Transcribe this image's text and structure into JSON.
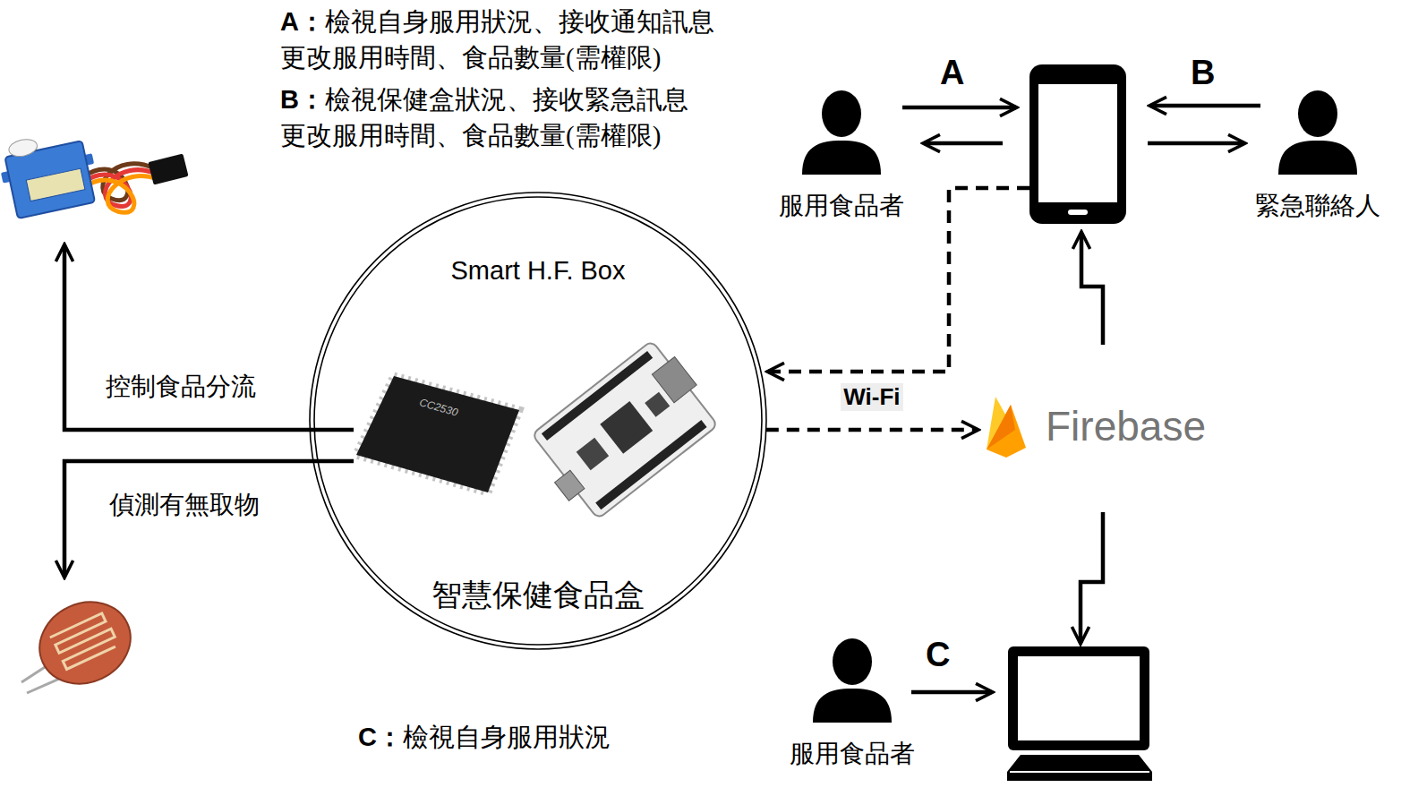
{
  "diagram": {
    "nodes": [
      {
        "text": [
          "Smart H.F. Box",
          "智慧保健食品盒"
        ]
      },
      {
        "text": [
          "服用食品者"
        ]
      },
      {
        "text": [
          "緊急聯絡人"
        ]
      },
      {
        "text": [
          "Firebase"
        ]
      },
      {
        "text": [
          "服用食品者"
        ]
      }
    ],
    "edges": [
      {
        "from": 0,
        "to": 3,
        "label": "Wi-Fi",
        "arrow": "to"
      }
    ],
    "labels": [
      "A：檢視自身服用狀況、接收通知訊息 更改服用時間、食品數量(需權限)",
      "B：檢視保健盒狀況、接收緊急訊息 更改服用時間、食品數量(需權限)",
      "C：檢視自身服用狀況",
      "A",
      "B",
      "C",
      "控制食品分流",
      "偵測有無取物",
      "CC2530"
    ]
  }
}
